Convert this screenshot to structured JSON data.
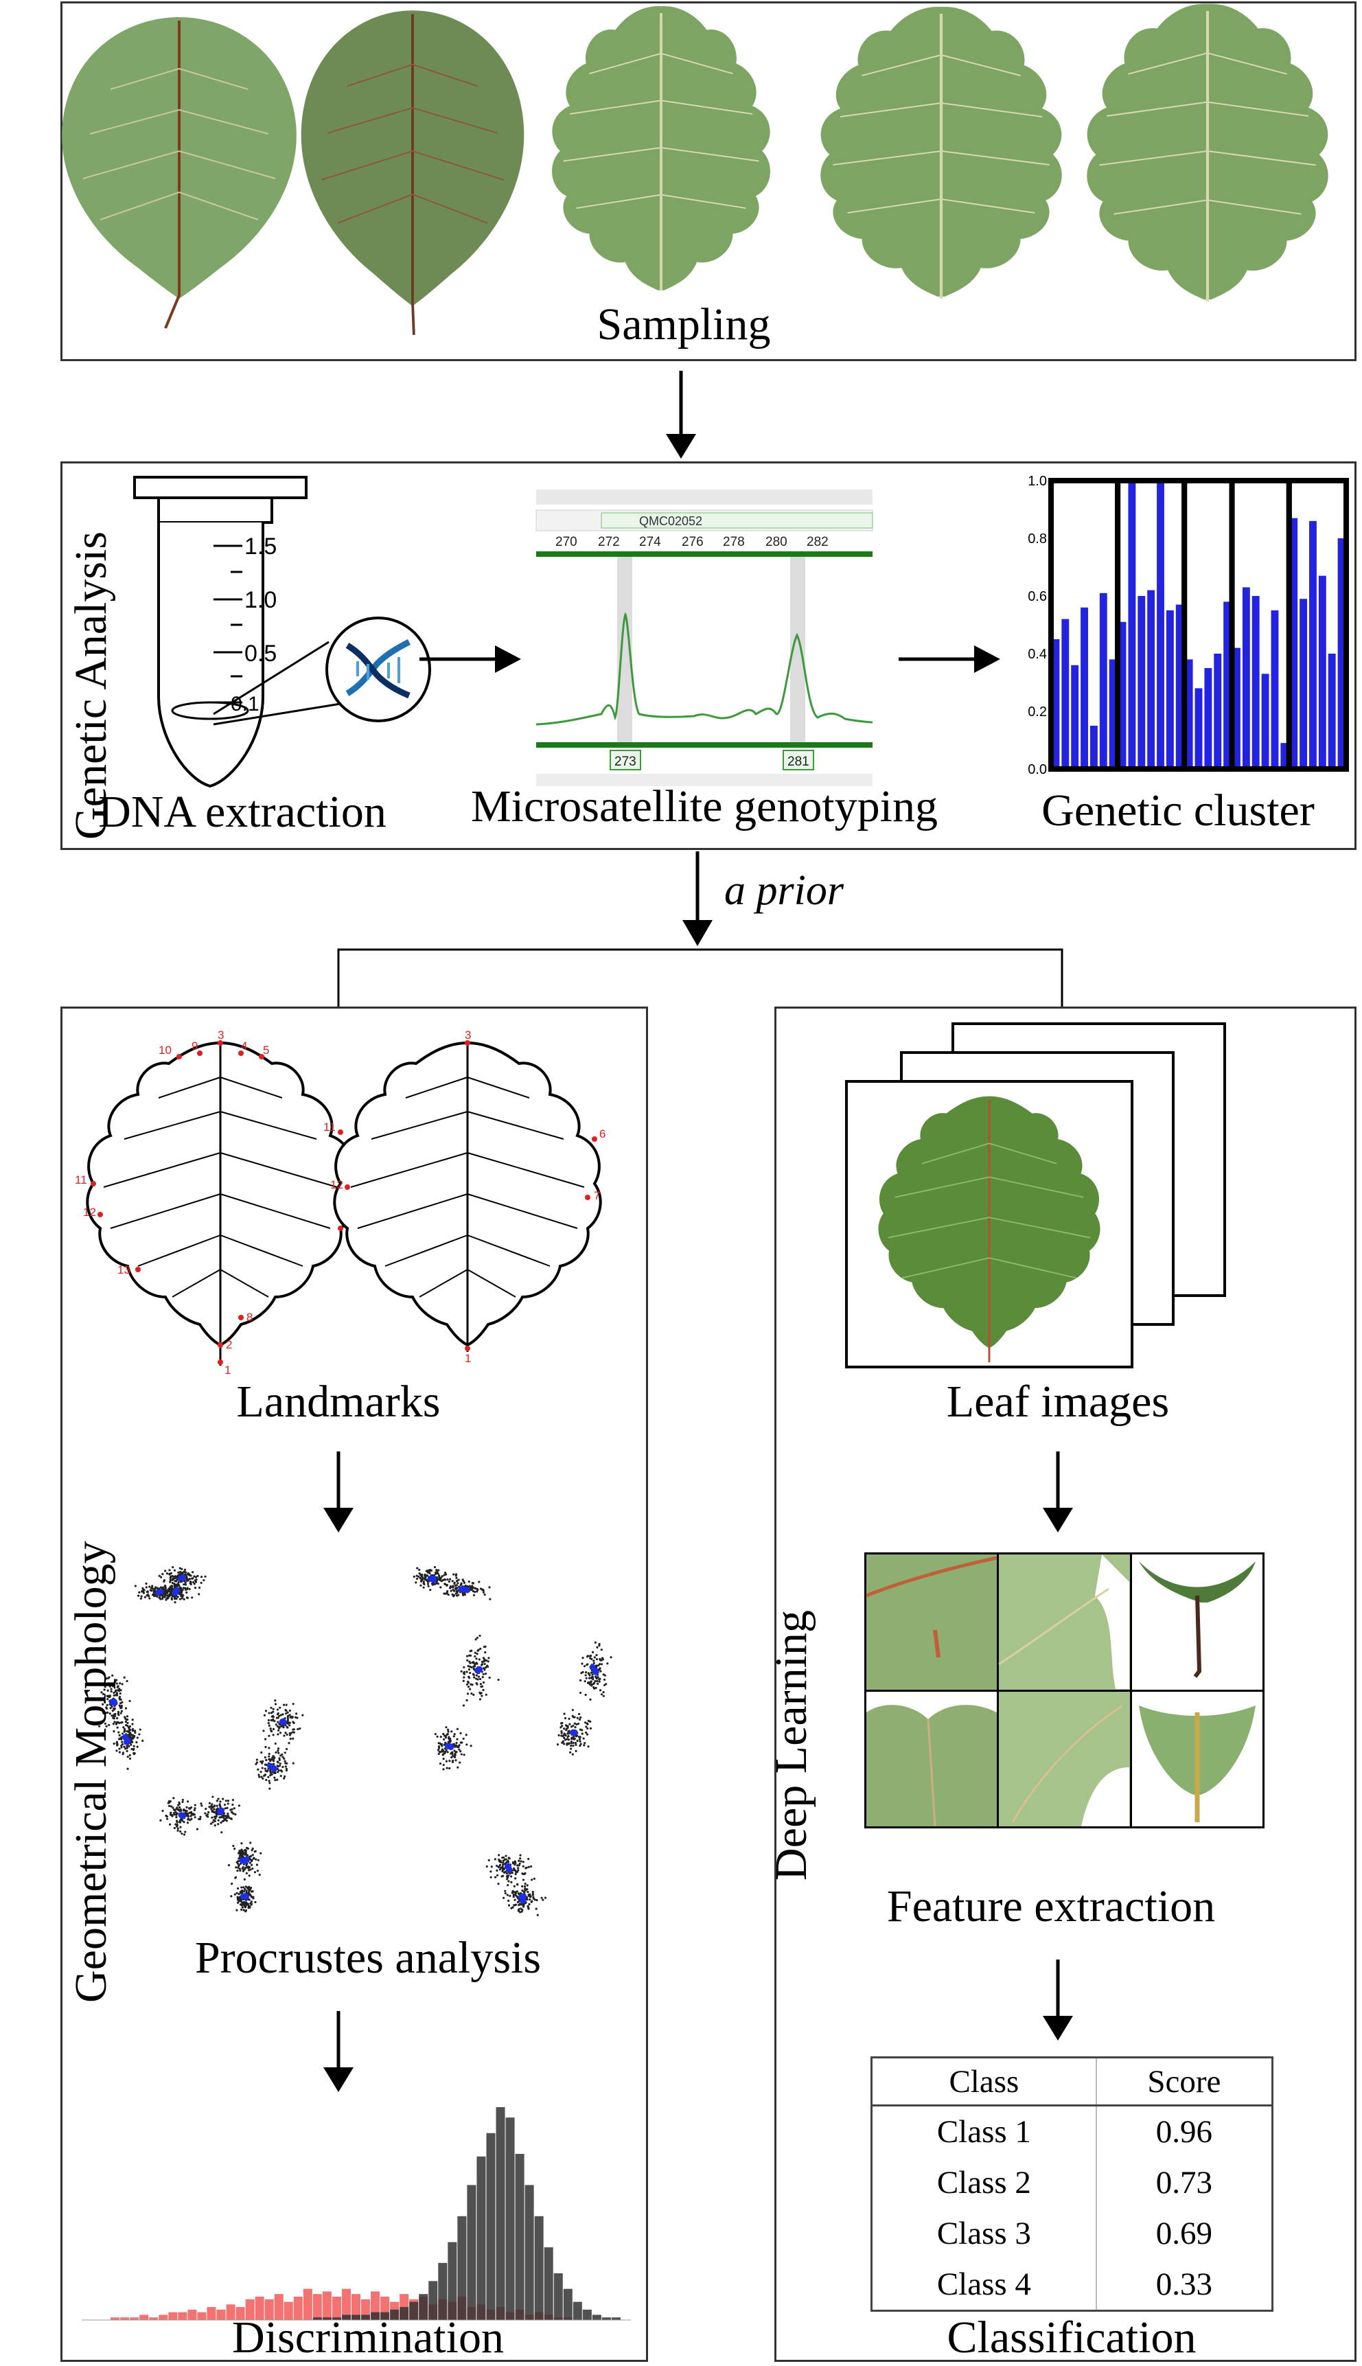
{
  "sampling": {
    "label": "Sampling"
  },
  "genetic": {
    "title": "Genetic Analysis",
    "dna_label": "DNA extraction",
    "tube_ticks": [
      "1.5",
      "1.0",
      "0.5",
      "0.1"
    ],
    "micro_label": "Microsatellite genotyping",
    "locus": "QMC02052",
    "bins": [
      "270",
      "272",
      "274",
      "276",
      "278",
      "280",
      "282"
    ],
    "alleles": [
      "273",
      "281"
    ],
    "cluster_label": "Genetic cluster"
  },
  "prior_label": "a prior",
  "gm": {
    "title": "Geometrical Morphology",
    "landmarks_label": "Landmarks",
    "landmark_numbers": [
      "1",
      "2",
      "3",
      "4",
      "5",
      "6",
      "7",
      "8",
      "9",
      "10",
      "11",
      "12",
      "13"
    ],
    "procrustes_label": "Procrustes analysis",
    "discrimination_label": "Discrimination"
  },
  "dl": {
    "title": "Deep Learning",
    "leaf_images_label": "Leaf images",
    "feature_label": "Feature extraction",
    "classification_label": "Classification",
    "table": {
      "headers": [
        "Class",
        "Score"
      ],
      "rows": [
        {
          "cls": "Class 1",
          "score": "0.96"
        },
        {
          "cls": "Class 2",
          "score": "0.73"
        },
        {
          "cls": "Class 3",
          "score": "0.69"
        },
        {
          "cls": "Class 4",
          "score": "0.33"
        }
      ]
    }
  },
  "chart_data": [
    {
      "type": "bar",
      "ylim": [
        0,
        1.0
      ],
      "yticks": [
        "0.0",
        "0.2",
        "0.4",
        "0.6",
        "0.8",
        "1.0"
      ],
      "groups": [
        [
          0.45,
          0.52,
          0.36,
          0.56,
          0.15,
          0.61,
          0.38
        ],
        [
          0.51,
          1.0,
          0.6,
          0.62,
          1.0,
          0.55,
          0.57
        ],
        [
          0.38,
          0.28,
          0.35,
          0.4,
          0.58
        ],
        [
          0.42,
          0.63,
          0.6,
          0.33,
          0.55,
          0.09
        ],
        [
          0.87,
          0.59,
          0.86,
          0.67,
          0.4,
          0.8
        ]
      ],
      "colors": {
        "bar": "#2323e0"
      }
    },
    {
      "type": "histogram",
      "series": [
        {
          "color": "#f26a6a",
          "values": [
            0,
            0,
            0,
            1,
            1,
            1,
            2,
            1,
            2,
            3,
            3,
            4,
            3,
            5,
            4,
            6,
            5,
            8,
            9,
            8,
            10,
            7,
            9,
            12,
            10,
            11,
            9,
            12,
            10,
            8,
            11,
            9,
            7,
            10,
            8,
            9,
            6,
            8,
            7,
            9,
            5,
            6,
            4,
            5,
            3,
            4,
            2,
            3,
            2,
            1,
            1,
            0,
            0
          ]
        },
        {
          "color": "#333333",
          "values": [
            0,
            0,
            0,
            0,
            0,
            0,
            0,
            0,
            0,
            0,
            0,
            0,
            0,
            0,
            0,
            0,
            0,
            0,
            0,
            0,
            0,
            0,
            0,
            0,
            1,
            1,
            1,
            2,
            2,
            2,
            3,
            3,
            4,
            5,
            7,
            10,
            15,
            22,
            30,
            40,
            52,
            63,
            72,
            82,
            78,
            64,
            52,
            40,
            28,
            18,
            12,
            7,
            4,
            2,
            1,
            1,
            0
          ]
        }
      ]
    }
  ]
}
